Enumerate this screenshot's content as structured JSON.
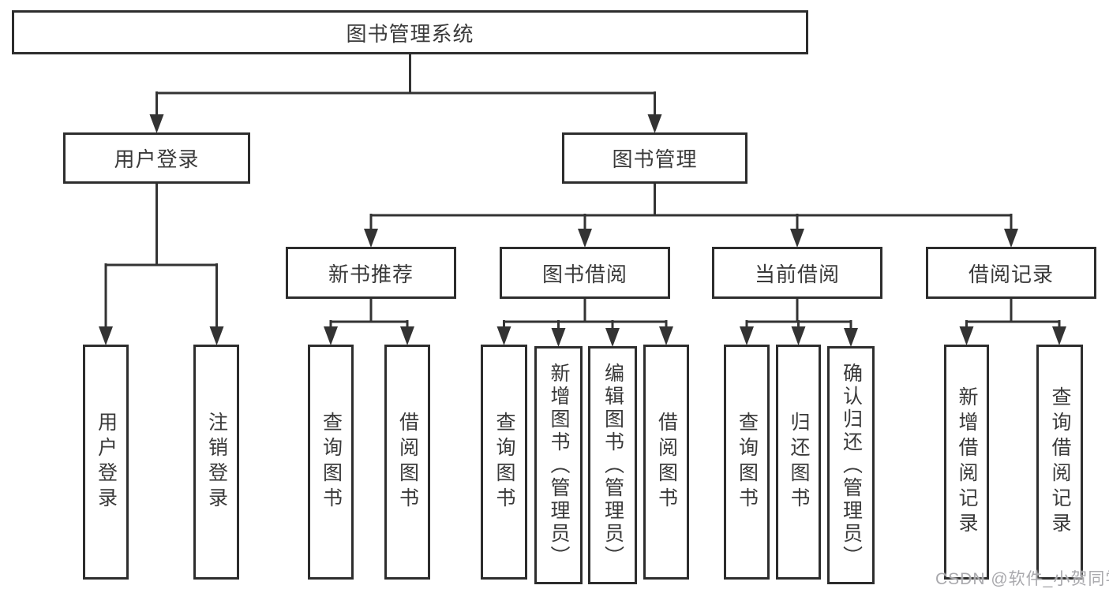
{
  "title": {
    "label": "图书管理系统"
  },
  "level2": {
    "user_login": {
      "label": "用户登录"
    },
    "book_mgmt": {
      "label": "图书管理"
    }
  },
  "level3": {
    "new_book": {
      "label": "新书推荐"
    },
    "book_borrow": {
      "label": "图书借阅"
    },
    "current_borrow": {
      "label": "当前借阅"
    },
    "borrow_record": {
      "label": "借阅记录"
    }
  },
  "leaves": {
    "login": {
      "label": "用户登录"
    },
    "logout": {
      "label": "注销登录"
    },
    "nb_query": {
      "label": "查询图书"
    },
    "nb_borrow": {
      "label": "借阅图书"
    },
    "bb_query": {
      "label": "查询图书"
    },
    "bb_add": {
      "label": "新增图书（管理员）"
    },
    "bb_edit": {
      "label": "编辑图书（管理员）"
    },
    "bb_borrow": {
      "label": "借阅图书"
    },
    "cb_query": {
      "label": "查询图书"
    },
    "cb_return": {
      "label": "归还图书"
    },
    "cb_confirm": {
      "label": "确认归还（管理员）"
    },
    "br_add": {
      "label": "新增借阅记录"
    },
    "br_query": {
      "label": "查询借阅记录"
    }
  },
  "watermark": {
    "text": "CSDN @软件_小贺同学"
  },
  "colors": {
    "line": "#333333",
    "box_border": "#2d2d2d",
    "text": "#3a3a3a",
    "watermark": "#a9a9ad",
    "background": "#ffffff"
  }
}
